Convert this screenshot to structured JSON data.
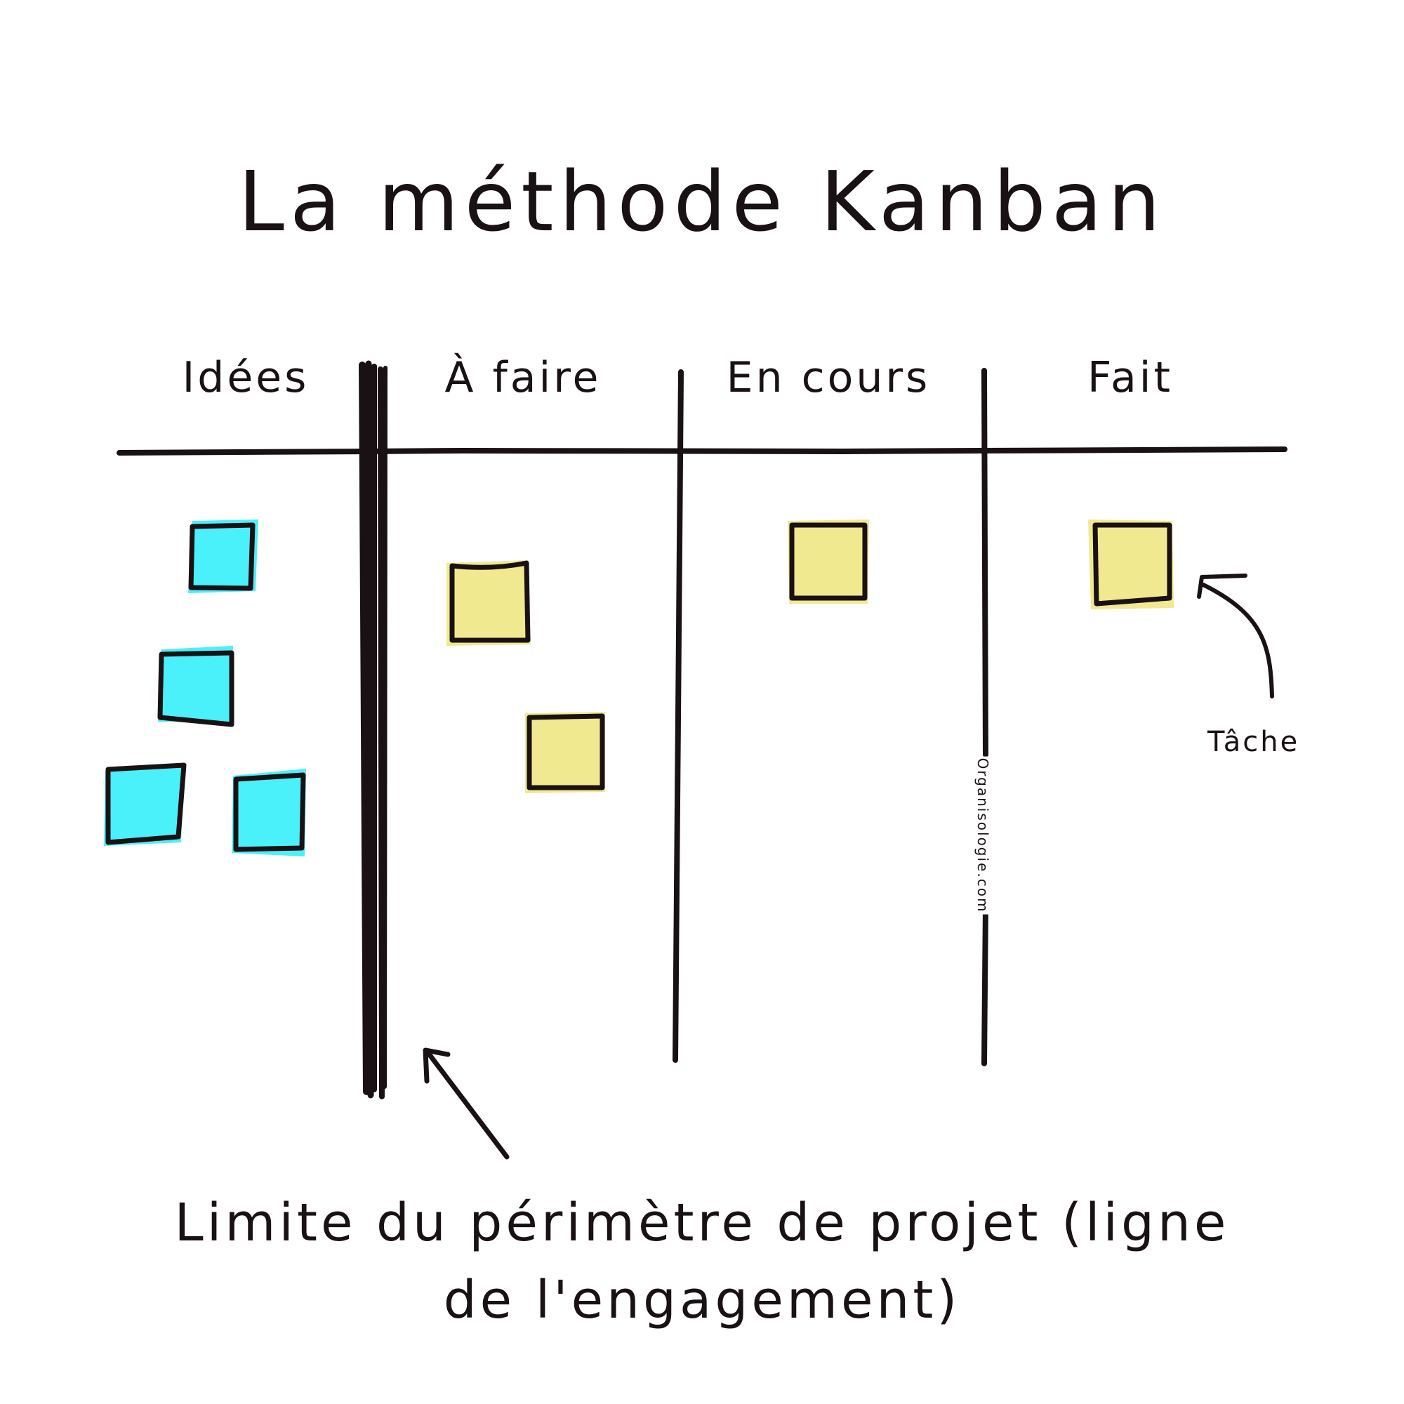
{
  "title": "La méthode Kanban",
  "columns": [
    {
      "label": "Idées",
      "card_count": 4,
      "card_color": "#4af0fa"
    },
    {
      "label": "À faire",
      "card_count": 2,
      "card_color": "#f1e990"
    },
    {
      "label": "En cours",
      "card_count": 1,
      "card_color": "#f1e990"
    },
    {
      "label": "Fait",
      "card_count": 1,
      "card_color": "#f1e990"
    }
  ],
  "annotations": {
    "task": "Tâche",
    "commitment_line_1": "Limite du périmètre de projet (ligne",
    "commitment_line_2": "de l'engagement)"
  },
  "watermark": "Organisologie.com",
  "colors": {
    "ink": "#1a1115",
    "idea_card": "#4af0fa",
    "task_card": "#f1e990",
    "background": "#ffffff"
  }
}
